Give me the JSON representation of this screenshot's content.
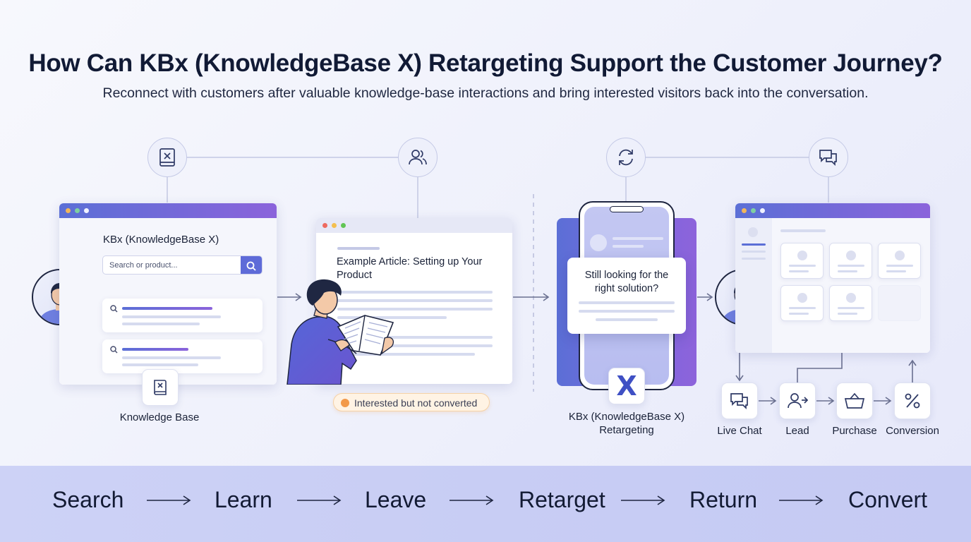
{
  "header": {
    "title": "How Can KBx (KnowledgeBase X) Retargeting Support the Customer Journey?",
    "subtitle": "Reconnect with customers after valuable knowledge-base interactions and bring interested visitors back into the conversation."
  },
  "kb_panel": {
    "title": "KBx (KnowledgeBase X)",
    "search_placeholder": "Search or product..."
  },
  "kb_caption": "Knowledge Base",
  "article": {
    "title": "Example Article: Setting up Your Product"
  },
  "status_badge": "Interested but not converted",
  "popup": {
    "message": "Still looking for the right solution?"
  },
  "retargeting_caption": "KBx (KnowledgeBase X) Retargeting",
  "brand_mark": "X",
  "steps": [
    "Live Chat",
    "Lead",
    "Purchase",
    "Conversion"
  ],
  "stages": [
    "Search",
    "Learn",
    "Leave",
    "Retarget",
    "Return",
    "Convert"
  ],
  "icons": {
    "top": [
      "knowledge-book-icon",
      "users-icon",
      "refresh-cycle-icon",
      "chat-bubbles-icon"
    ],
    "steps": [
      "chat-icon",
      "add-user-icon",
      "basket-icon",
      "percent-icon"
    ]
  },
  "colors": {
    "accent": "#5b6fd6",
    "accent_purple": "#8b63db",
    "badge_dot": "#f2994a",
    "band": "#c9cef5"
  }
}
